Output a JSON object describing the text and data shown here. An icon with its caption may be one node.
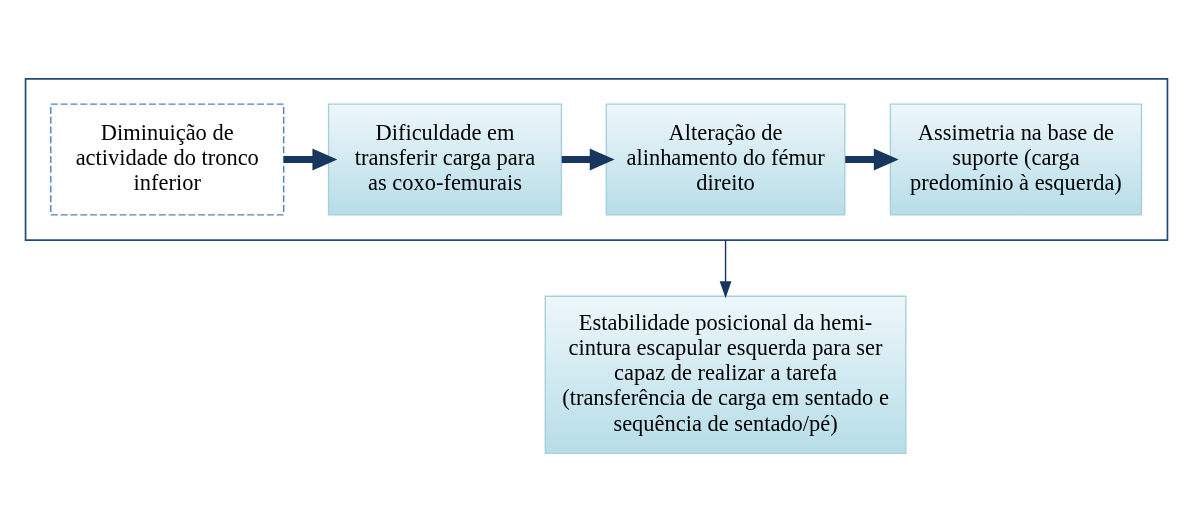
{
  "diagram": {
    "nodes": [
      {
        "text": [],
        "shape": "box"
      },
      {
        "text": [
          "Diminuição de actividade do tronco inferior"
        ],
        "in": 0
      },
      {
        "text": [
          "Dificuldade em transferir carga para as coxo-femurais"
        ],
        "in": 0
      },
      {
        "text": [
          "Alteração de alinhamento do fémur direito"
        ],
        "in": 0
      },
      {
        "text": [
          "Assimetria na base de suporte (carga predomínio à esquerda)"
        ],
        "in": 0
      },
      {
        "text": [
          "Estabilidade posicional da hemi-cintura escapular esquerda para ser capaz de realizar a tarefa (transferência de carga em sentado e sequência de sentado/pé)"
        ]
      }
    ],
    "edges": [
      {
        "from": 1,
        "to": 2,
        "arrow": "to"
      },
      {
        "from": 2,
        "to": 3,
        "arrow": "to"
      },
      {
        "from": 3,
        "to": 4,
        "arrow": "to"
      },
      {
        "from": 0,
        "to": 5,
        "arrow": "to"
      }
    ]
  }
}
